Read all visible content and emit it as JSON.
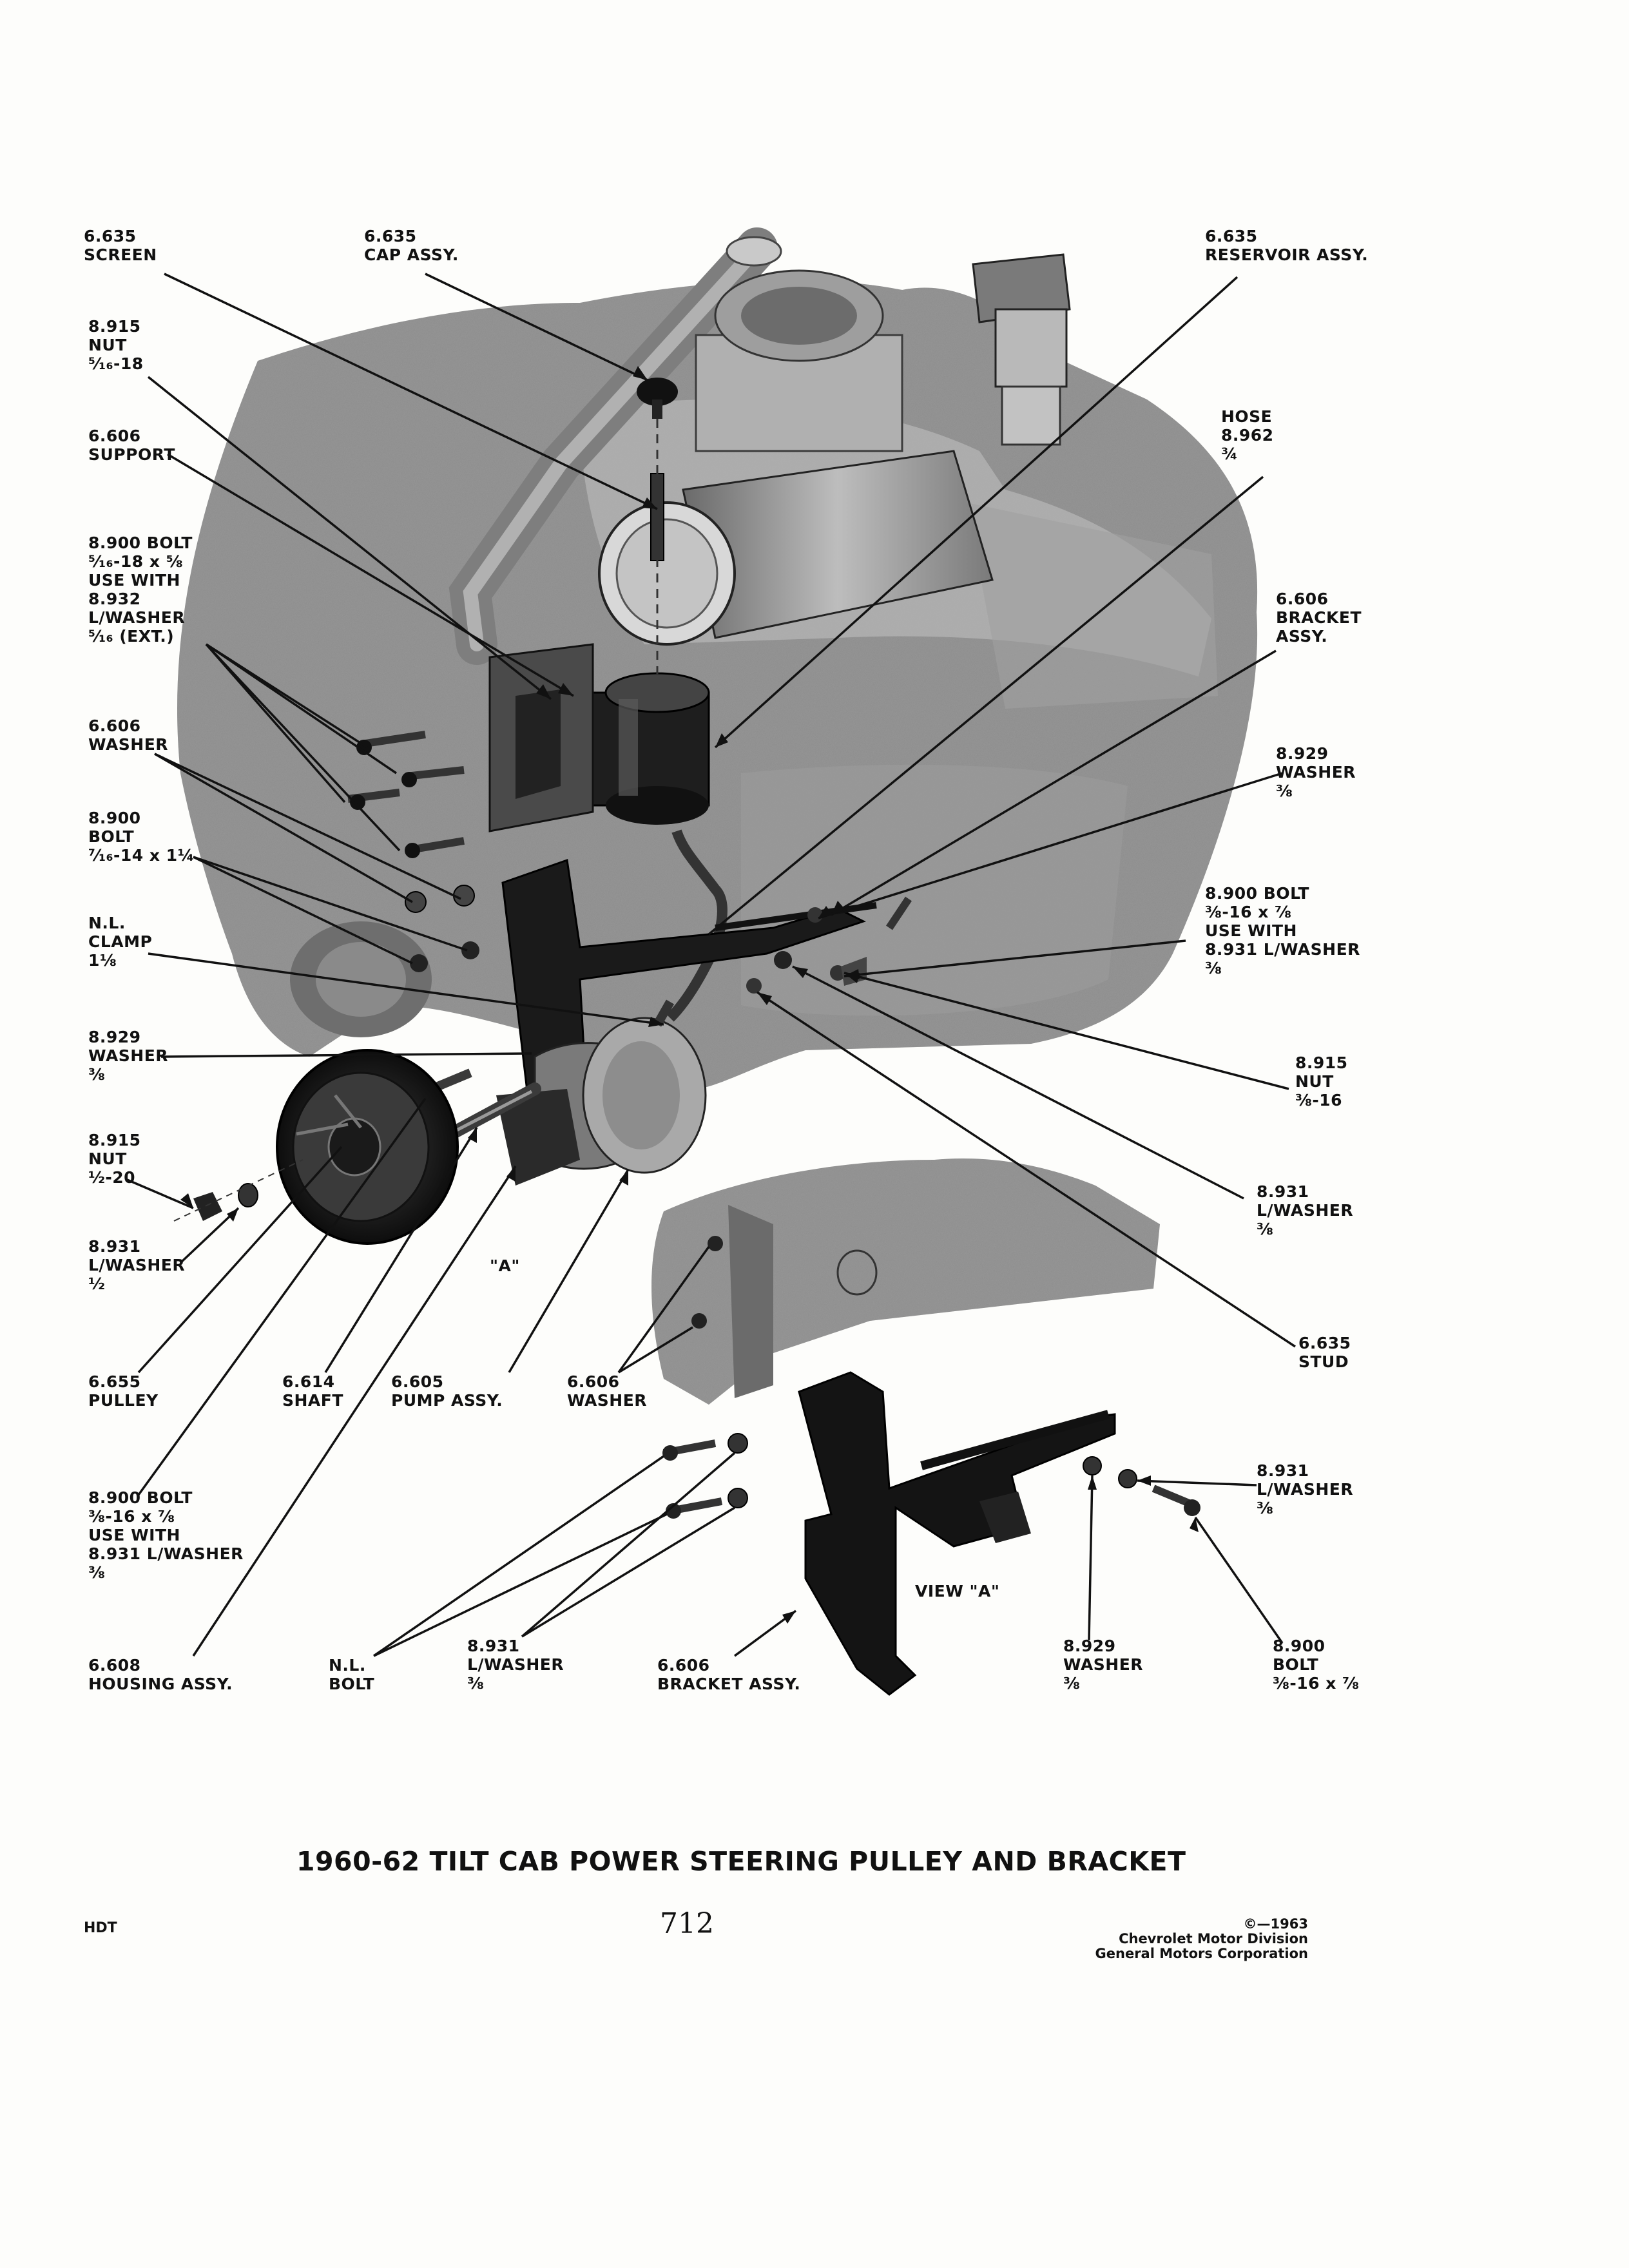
{
  "labels": {
    "screen": [
      "6.635",
      "SCREEN"
    ],
    "cap": [
      "6.635",
      "CAP ASSY."
    ],
    "reservoir": [
      "6.635",
      "RESERVOIR ASSY."
    ],
    "nut_top": [
      "8.915",
      "NUT",
      "⁵⁄₁₆-18"
    ],
    "support": [
      "6.606",
      "SUPPORT"
    ],
    "hose": [
      "HOSE",
      "8.962",
      "¾"
    ],
    "bolt_support": [
      "8.900 BOLT",
      "⁵⁄₁₆-18 x ⅝",
      "USE WITH",
      "8.932",
      "L/WASHER",
      "⁵⁄₁₆ (EXT.)"
    ],
    "bracket_right": [
      "6.606",
      "BRACKET",
      "ASSY."
    ],
    "washer_left": [
      "6.606",
      "WASHER"
    ],
    "washer_right_929": [
      "8.929",
      "WASHER",
      "⅜"
    ],
    "bolt_716": [
      "8.900",
      "BOLT",
      "⁷⁄₁₆-14 x 1¼"
    ],
    "bolt_right_38": [
      "8.900 BOLT",
      "⅜-16 x ⅞",
      "USE WITH",
      "8.931 L/WASHER",
      "⅜"
    ],
    "clamp": [
      "N.L.",
      "CLAMP",
      "1⅛"
    ],
    "washer_left_929": [
      "8.929",
      "WASHER",
      "⅜"
    ],
    "nut_right": [
      "8.915",
      "NUT",
      "⅜-16"
    ],
    "nut_pulley": [
      "8.915",
      "NUT",
      "½-20"
    ],
    "lwasher_right": [
      "8.931",
      "L/WASHER",
      "⅜"
    ],
    "lwasher_half": [
      "8.931",
      "L/WASHER",
      "½"
    ],
    "view_a_marker": "\"A\"",
    "stud": [
      "6.635",
      "STUD"
    ],
    "pulley": [
      "6.655",
      "PULLEY"
    ],
    "shaft": [
      "6.614",
      "SHAFT"
    ],
    "pump": [
      "6.605",
      "PUMP ASSY."
    ],
    "washer_view": [
      "6.606",
      "WASHER"
    ],
    "bolt_left_low": [
      "8.900 BOLT",
      "⅜-16 x ⅞",
      "USE WITH",
      "8.931 L/WASHER",
      "⅜"
    ],
    "lwasher_view_right": [
      "8.931",
      "L/WASHER",
      "⅜"
    ],
    "view_a": "VIEW \"A\"",
    "housing": [
      "6.608",
      "HOUSING ASSY."
    ],
    "nl_bolt": [
      "N.L.",
      "BOLT"
    ],
    "lwasher_view": [
      "8.931",
      "L/WASHER",
      "⅜"
    ],
    "bracket_view": [
      "6.606",
      "BRACKET ASSY."
    ],
    "washer_view_929": [
      "8.929",
      "WASHER",
      "⅜"
    ],
    "bolt_view": [
      "8.900",
      "BOLT",
      "⅜-16 x ⅞"
    ]
  },
  "footer": {
    "title": "1960-62 TILT CAB POWER STEERING PULLEY AND BRACKET",
    "page_number": "712",
    "code": "HDT",
    "copyright": [
      "©—1963",
      "Chevrolet Motor Division",
      "General Motors Corporation"
    ]
  }
}
